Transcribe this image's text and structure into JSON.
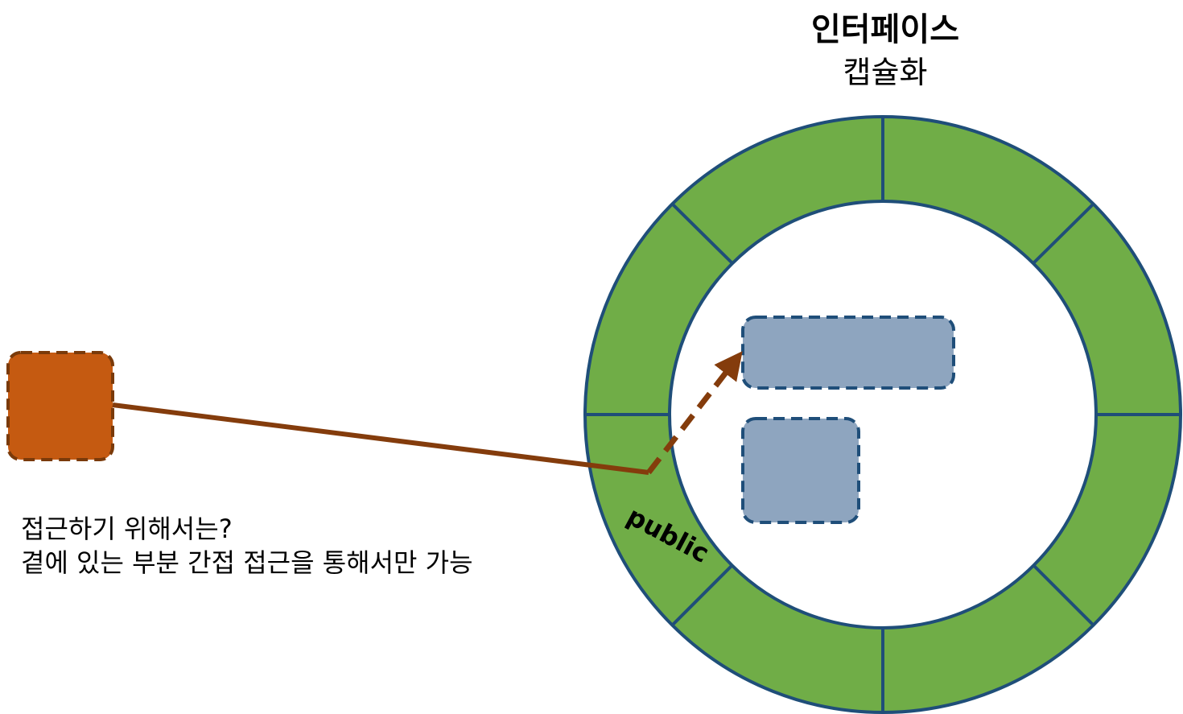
{
  "header": {
    "title": "인터페이스",
    "subtitle": "캡슐화"
  },
  "caption": {
    "line1": "접근하기 위해서는?",
    "line2": "곁에 있는 부분 간접 접근을 통해서만 가능"
  },
  "ring": {
    "segment_label": "public",
    "segment_count": 8
  },
  "colors": {
    "ring_fill": "#70ad47",
    "ring_stroke": "#1f4e79",
    "inner_fill": "#ffffff",
    "member_fill": "#8ea5bf",
    "member_stroke": "#1f4e79",
    "external_fill": "#c55a11",
    "external_stroke": "#7a3a0a",
    "path_color": "#843c0c"
  }
}
